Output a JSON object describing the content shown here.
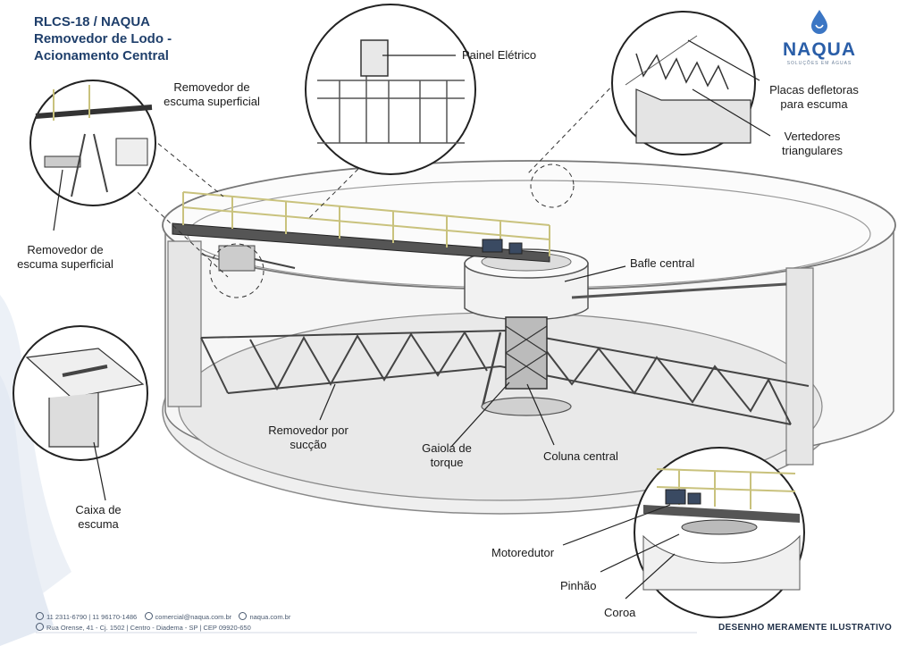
{
  "header": {
    "title_line1": "RLCS-18 / NAQUA",
    "title_line2": "Removedor de Lodo -",
    "title_line3": "Acionamento Central"
  },
  "logo": {
    "name": "NAQUA",
    "tagline": "SOLUÇÕES EM ÁGUAS",
    "brand_color": "#2a5ea8"
  },
  "labels": {
    "painel_eletrico": "Painel Elétrico",
    "placas_l1": "Placas defletoras",
    "placas_l2": "para escuma",
    "vertedores_l1": "Vertedores",
    "vertedores_l2": "triangulares",
    "rem_top_l1": "Removedor de",
    "rem_top_l2": "escuma superficial",
    "rem_left_l1": "Removedor de",
    "rem_left_l2": "escuma superficial",
    "bafle_central": "Bafle central",
    "succao_l1": "Removedor por",
    "succao_l2": "sucção",
    "gaiola_l1": "Gaiola de",
    "gaiola_l2": "torque",
    "coluna_central": "Coluna central",
    "caixa_l1": "Caixa de",
    "caixa_l2": "escuma",
    "motoredutor": "Motoredutor",
    "pinhao": "Pinhão",
    "coroa": "Coroa"
  },
  "footer": {
    "phones": "11 2311-6790  |  11 96170-1486",
    "email": "comercial@naqua.com.br",
    "site": "naqua.com.br",
    "address": "Rua Orense, 41  -  Cj. 1502  |  Centro  -  Diadema  -  SP  |  CEP 09920-650"
  },
  "disclaimer": "DESENHO MERAMENTE ILUSTRATIVO",
  "colors": {
    "title": "#1f3f6b",
    "railing": "#d8d29a",
    "steel": "#555555"
  }
}
